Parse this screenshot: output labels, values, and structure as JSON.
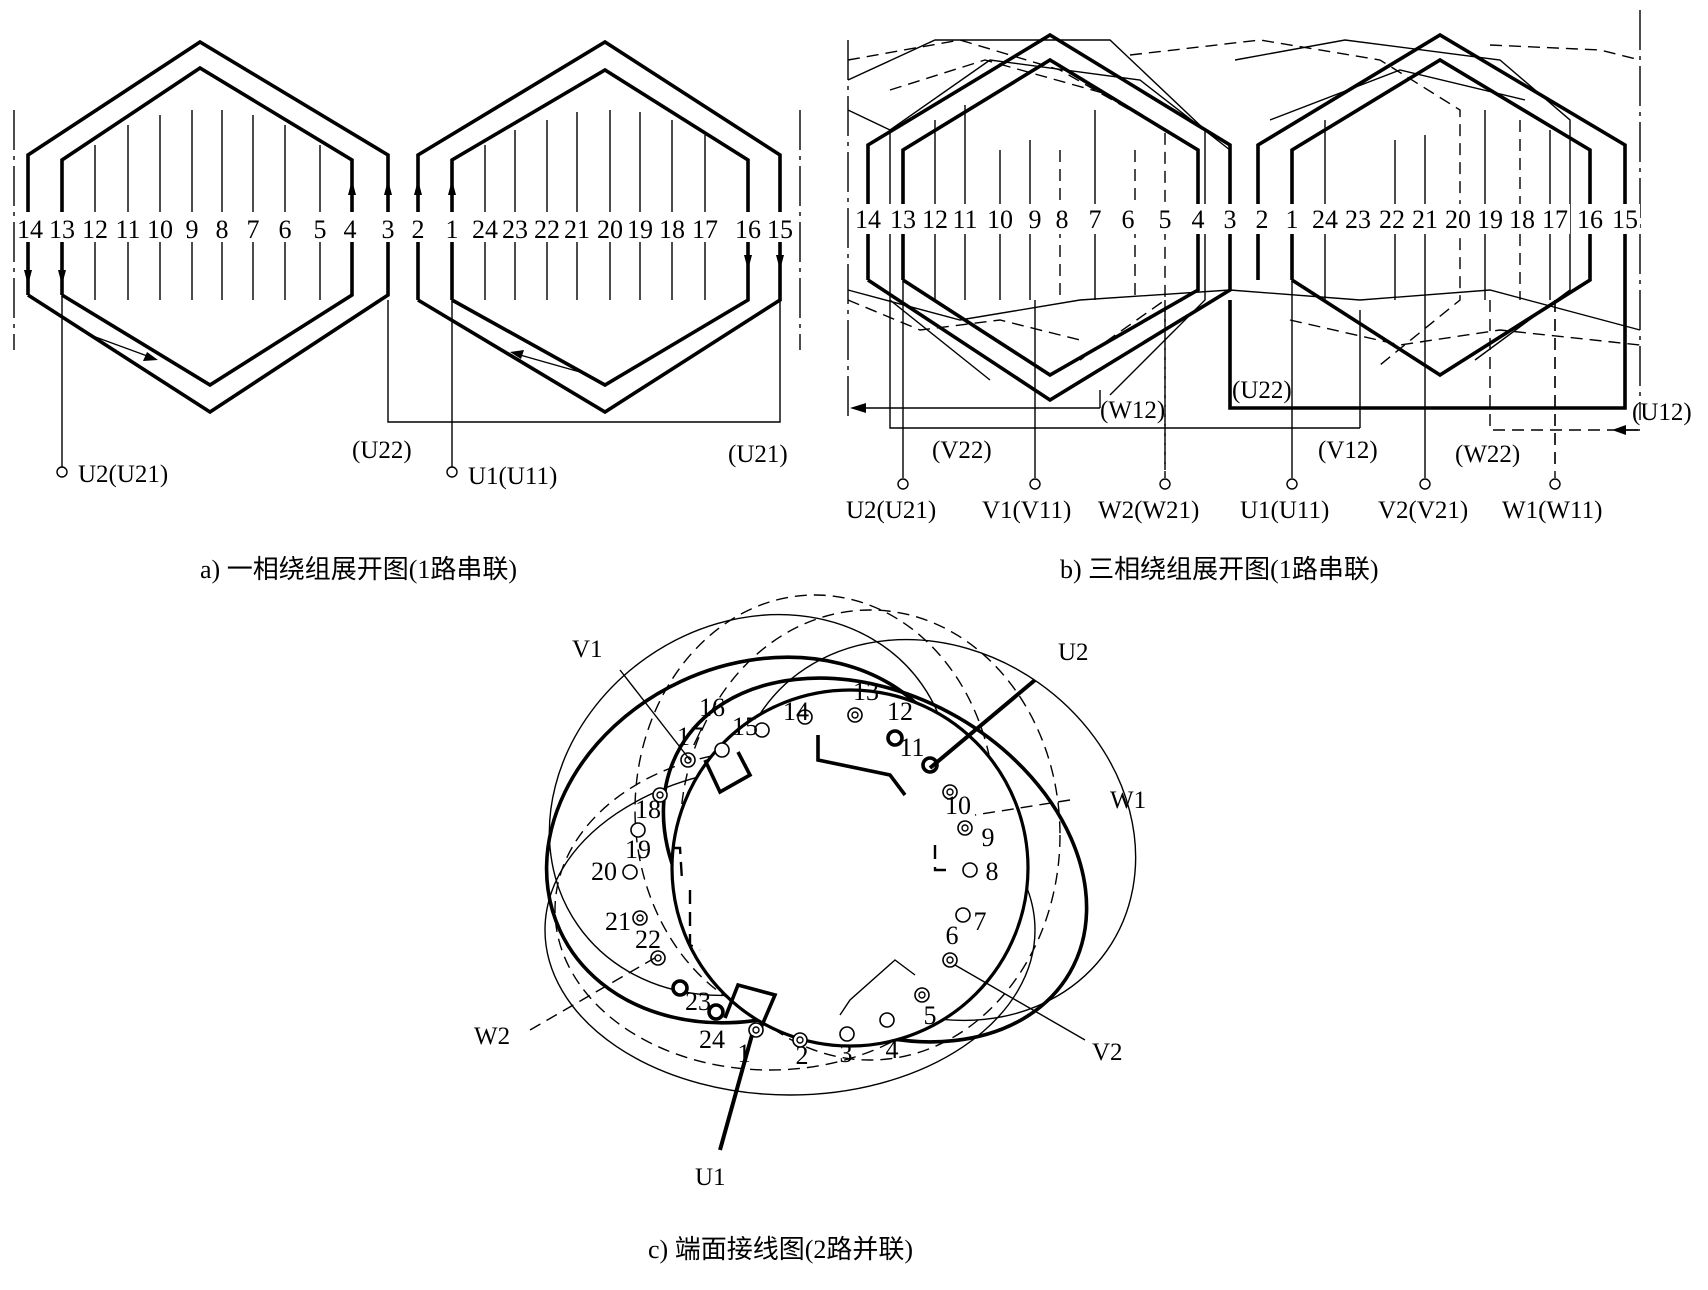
{
  "panel_a": {
    "slot_numbers": [
      "14",
      "13",
      "12",
      "11",
      "10",
      "9",
      "8",
      "7",
      "6",
      "5",
      "4",
      "3",
      "2",
      "1",
      "24",
      "23",
      "22",
      "21",
      "20",
      "19",
      "18",
      "17",
      "16",
      "15"
    ],
    "labels": {
      "u22": "(U22)",
      "u21": "(U21)",
      "u2": "U2(U21)",
      "u1": "U1(U11)"
    },
    "caption": "a) 一相绕组展开图(1路串联)"
  },
  "panel_b": {
    "slot_numbers": [
      "14",
      "13",
      "12",
      "11",
      "10",
      "9",
      "8",
      "7",
      "6",
      "5",
      "4",
      "3",
      "2",
      "1",
      "24",
      "23",
      "22",
      "21",
      "20",
      "19",
      "18",
      "17",
      "16",
      "15"
    ],
    "labels": {
      "w12": "(W12)",
      "u22": "(U22)",
      "u12": "(U12)",
      "v22": "(V22)",
      "v12": "(V12)",
      "w22": "(W22)"
    },
    "terminals": [
      "U2(U21)",
      "V1(V11)",
      "W2(W21)",
      "U1(U11)",
      "V2(V21)",
      "W1(W11)"
    ],
    "caption": "b) 三相绕组展开图(1路串联)"
  },
  "panel_c": {
    "slot_numbers": [
      "1",
      "2",
      "3",
      "4",
      "5",
      "6",
      "7",
      "8",
      "9",
      "10",
      "11",
      "12",
      "13",
      "14",
      "15",
      "16",
      "17",
      "18",
      "19",
      "20",
      "21",
      "22",
      "23",
      "24"
    ],
    "leads": {
      "v1": "V1",
      "u2": "U2",
      "w1": "W1",
      "v2": "V2",
      "w2": "W2",
      "u1": "U1"
    },
    "caption": "c) 端面接线图(2路并联)"
  }
}
